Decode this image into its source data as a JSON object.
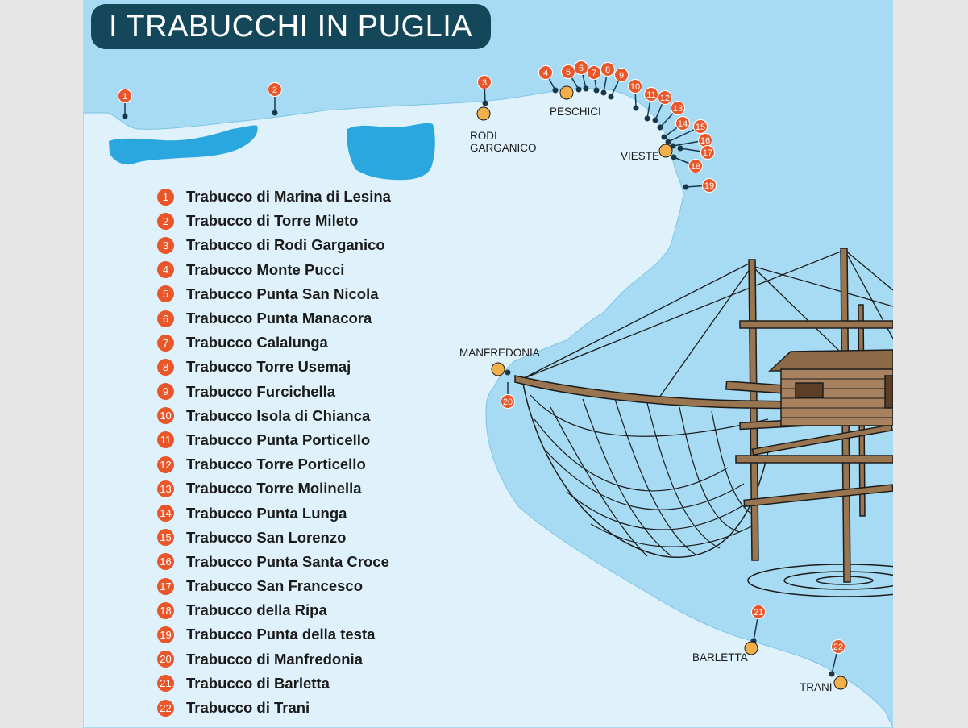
{
  "title": "I TRABUCCHI IN PUGLIA",
  "colors": {
    "sea": "#a6dbf3",
    "land": "#dff2fb",
    "lake": "#2aa7df",
    "title_bg": "#15475a",
    "marker": "#e8562a",
    "city": "#f2b04a",
    "dot": "#16384a"
  },
  "legend": [
    {
      "n": "1",
      "label": "Trabucco di Marina di Lesina"
    },
    {
      "n": "2",
      "label": "Trabucco di Torre Mileto"
    },
    {
      "n": "3",
      "label": "Trabucco di Rodi Garganico"
    },
    {
      "n": "4",
      "label": "Trabucco Monte Pucci"
    },
    {
      "n": "5",
      "label": "Trabucco Punta San Nicola"
    },
    {
      "n": "6",
      "label": "Trabucco Punta Manacora"
    },
    {
      "n": "7",
      "label": "Trabucco Calalunga"
    },
    {
      "n": "8",
      "label": "Trabucco Torre Usemaj"
    },
    {
      "n": "9",
      "label": "Trabucco Furcichella"
    },
    {
      "n": "10",
      "label": "Trabucco Isola di Chianca"
    },
    {
      "n": "11",
      "label": "Trabucco Punta Porticello"
    },
    {
      "n": "12",
      "label": "Trabucco Torre Porticello"
    },
    {
      "n": "13",
      "label": "Trabucco Torre Molinella"
    },
    {
      "n": "14",
      "label": "Trabucco Punta Lunga"
    },
    {
      "n": "15",
      "label": "Trabucco San Lorenzo"
    },
    {
      "n": "16",
      "label": "Trabucco Punta Santa Croce"
    },
    {
      "n": "17",
      "label": "Trabucco San Francesco"
    },
    {
      "n": "18",
      "label": "Trabucco della Ripa"
    },
    {
      "n": "19",
      "label": "Trabucco Punta della testa"
    },
    {
      "n": "20",
      "label": "Trabucco di Manfredonia"
    },
    {
      "n": "21",
      "label": "Trabucco di Barletta"
    },
    {
      "n": "22",
      "label": "Trabucco di Trani"
    }
  ],
  "cities": {
    "rodi_line1": "RODI",
    "rodi_line2": "GARGANICO",
    "peschici": "PESCHICI",
    "vieste": "VIESTE",
    "manfredonia": "MANFREDONIA",
    "barletta": "BARLETTA",
    "trani": "TRANI"
  }
}
